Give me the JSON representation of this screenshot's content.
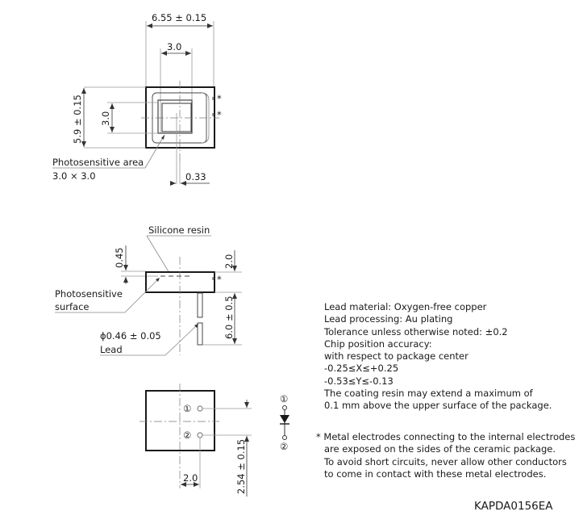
{
  "drawing": {
    "top_view": {
      "width_dim": "6.55 ± 0.15",
      "inner_width_dim": "3.0",
      "height_dim": "5.9 ± 0.15",
      "inner_height_dim": "3.0",
      "offset_dim": "0.33",
      "photosensitive_label": "Photosensitive area",
      "photosensitive_size": "3.0 × 3.0",
      "electrode_marks": [
        "*",
        "*"
      ]
    },
    "side_view": {
      "resin_label": "Silicone resin",
      "resin_dim": "0.45",
      "height_dim": "2.0",
      "lead_length_dim": "6.0 ± 0.5",
      "surface_label_1": "Photosensitive",
      "surface_label_2": "surface",
      "lead_dia": "ϕ0.46 ± 0.05",
      "lead_label": "Lead",
      "electrode_mark": "*"
    },
    "bottom_view": {
      "pin1": "①",
      "pin2": "②",
      "pin_spacing_dim": "2.54 ± 0.15",
      "pin_offset_dim": "2.0"
    },
    "schematic": {
      "pin1": "①",
      "pin2": "②"
    }
  },
  "notes": [
    "Lead material: Oxygen-free copper",
    "Lead processing: Au plating",
    "Tolerance unless otherwise noted: ±0.2",
    "Chip position accuracy:",
    "with respect to package center",
    "-0.25≤X≤+0.25",
    "-0.53≤Y≤-0.13",
    "The coating resin may extend a maximum of",
    "0.1 mm above the upper surface of the package."
  ],
  "footnote": [
    "* Metal electrodes connecting to the internal electrodes",
    "are exposed on the sides of the ceramic package.",
    "To avoid short circuits, never allow other conductors",
    "to come in contact with these metal electrodes."
  ],
  "drawing_code": "KAPDA0156EA"
}
